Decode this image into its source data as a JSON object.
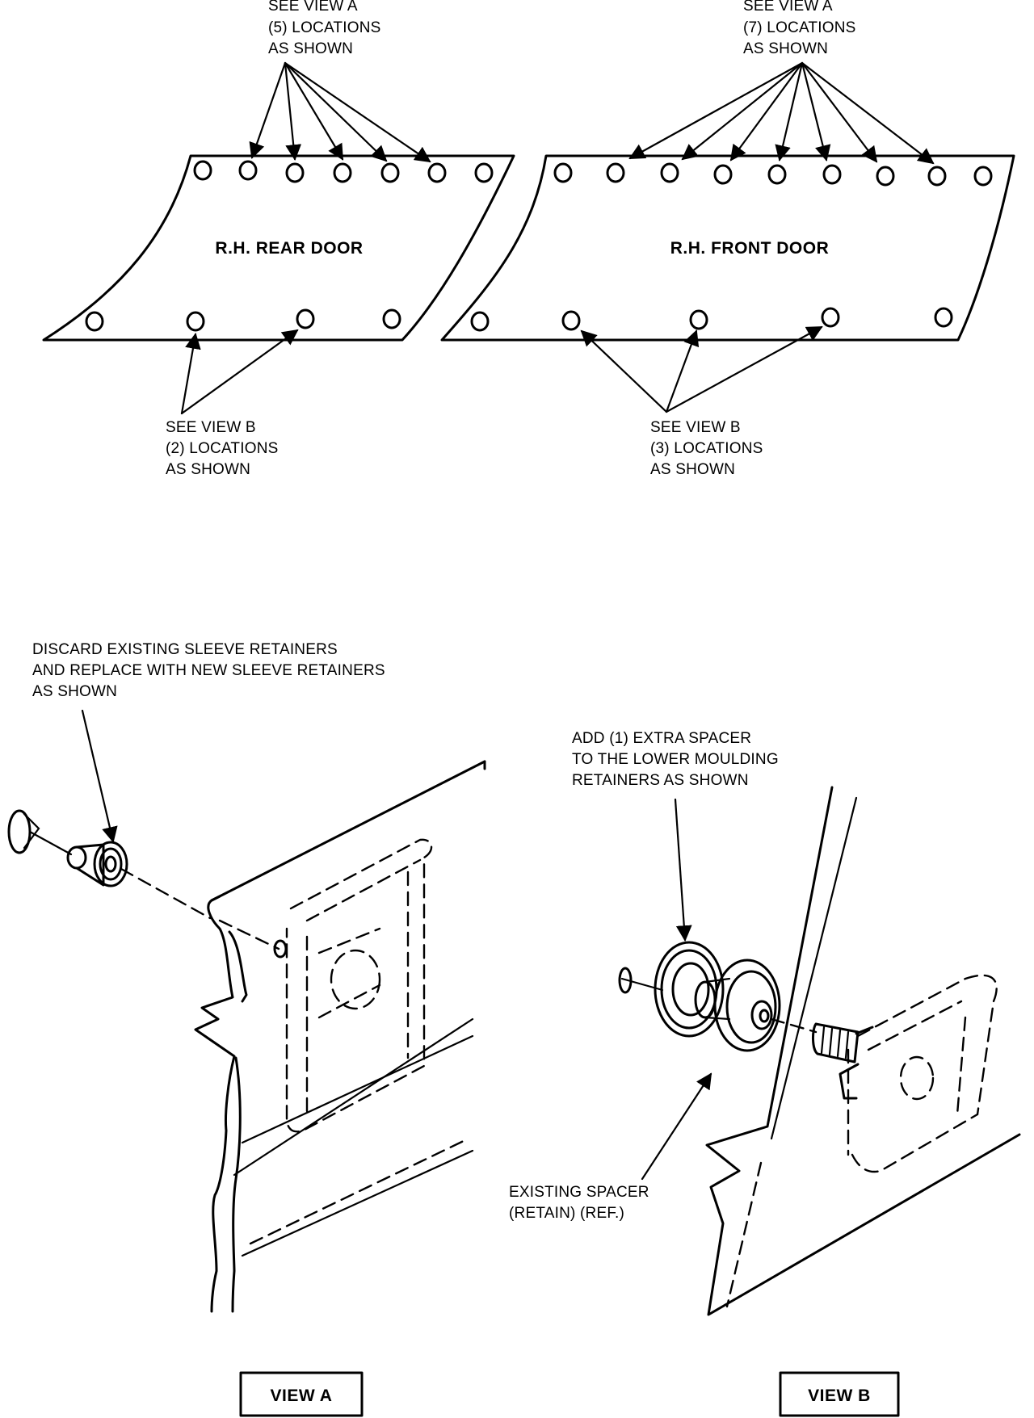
{
  "panels": {
    "rear_door": {
      "title": "R.H. REAR DOOR",
      "callout_top": [
        "SEE VIEW A",
        "(5) LOCATIONS",
        "AS SHOWN"
      ],
      "callout_bottom": [
        "SEE VIEW B",
        "(2) LOCATIONS",
        "AS SHOWN"
      ]
    },
    "front_door": {
      "title": "R.H. FRONT DOOR",
      "callout_top": [
        "SEE VIEW A",
        "(7) LOCATIONS",
        "AS SHOWN"
      ],
      "callout_bottom": [
        "SEE VIEW B",
        "(3) LOCATIONS",
        "AS SHOWN"
      ]
    }
  },
  "view_a": {
    "note": [
      "DISCARD EXISTING SLEEVE RETAINERS",
      "AND REPLACE WITH NEW SLEEVE RETAINERS",
      "AS SHOWN"
    ],
    "label": "VIEW A"
  },
  "view_b": {
    "note_add": [
      "ADD (1) EXTRA SPACER",
      "TO THE LOWER MOULDING",
      "RETAINERS AS SHOWN"
    ],
    "note_existing": [
      "EXISTING SPACER",
      "(RETAIN) (REF.)"
    ],
    "label": "VIEW B"
  }
}
